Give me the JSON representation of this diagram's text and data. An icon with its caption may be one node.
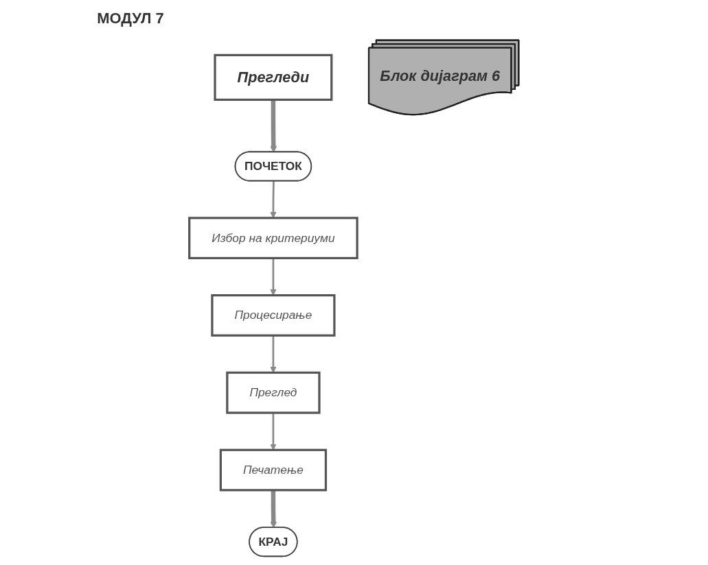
{
  "diagram": {
    "title": "МОДУЛ 7",
    "nodes": [
      {
        "text": [
          "Прегледи"
        ]
      },
      {
        "text": [
          "ПОЧЕТОК"
        ]
      },
      {
        "text": [
          "Избор на критериуми"
        ]
      },
      {
        "text": [
          "Процесирање"
        ]
      },
      {
        "text": [
          "Преглед"
        ]
      },
      {
        "text": [
          "Печатење"
        ]
      },
      {
        "text": [
          "КРАЈ"
        ]
      },
      {
        "text": [
          "Блок дијаграм 6"
        ]
      }
    ],
    "edges": [
      {
        "from": 0,
        "to": 1,
        "arrow": "to",
        "style": "thick"
      },
      {
        "from": 1,
        "to": 2,
        "arrow": "to"
      },
      {
        "from": 2,
        "to": 3,
        "arrow": "to"
      },
      {
        "from": 3,
        "to": 4,
        "arrow": "to"
      },
      {
        "from": 4,
        "to": 5,
        "arrow": "to"
      },
      {
        "from": 5,
        "to": 6,
        "arrow": "to",
        "style": "thick"
      }
    ]
  }
}
